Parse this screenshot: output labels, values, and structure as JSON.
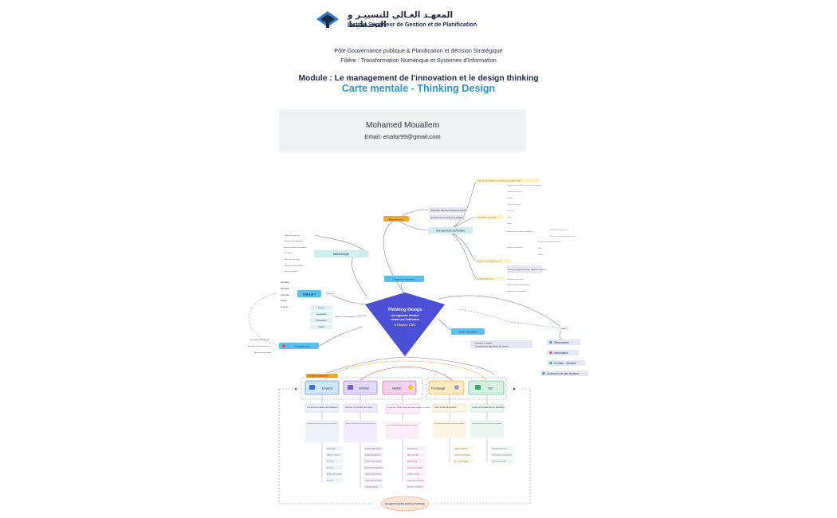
{
  "header": {
    "arabic_title": "المعهـد العـالي للتسييـر و التخـطيط",
    "institute": "Institut Supérieur de Gestion et de Planification",
    "pole": "Pôle  Gouvernance publique & Planification et décision Stratégique",
    "filiere": "Filière : Transformation Numérique et Systèmes d'Information",
    "module": "Module : Le management de l'innovation  et le design thinking",
    "carte": "Carte mentale  -  Thinking Design"
  },
  "author": {
    "name": "Mohamed Mouallem",
    "email": "Email: enafor99@gmail.com"
  },
  "colors": {
    "navy": "#1c2b4a",
    "accent_blue": "#2a95cf",
    "diamond": "#4a4fd6",
    "orange": "#f5a623",
    "teal_node": "#cfeef0",
    "blue_node": "#5bc0ef"
  },
  "map": {
    "central": {
      "title": "Thinking Design",
      "line1": "une approche itérative",
      "line2": "centrée sur l'utilisateur",
      "line3": "5 Etapes Clés"
    },
    "brainstorming": "Brainstorming",
    "brain_items": [
      "Expertises diffrentes Compétences Divers",
      "Explorer  tous les aspects du problème"
    ],
    "approche_particuliere": "Une approche particulière",
    "methodologie": "Méthodologie",
    "methodo_items": [
      "Méthode de pensée",
      "Résolution du problème",
      "Conduit d'équipes Inter-Métiers",
      "Décalage",
      "Approche par projet",
      "Résolution du problème",
      "Nouveau produit"
    ],
    "approche_humaine": "Approche humaine",
    "smart": "S.M.A.R.T",
    "smart_side": "Concept",
    "smart_items": [
      "Spécifique",
      "Mesurable",
      "Atteignable",
      "Réaliste",
      "Temporel"
    ],
    "center_list": [
      "Innover",
      "Compétition",
      "Observation",
      "Culture"
    ],
    "principes": "Principes clés",
    "principes_items": [
      "Créativité & Collaboration",
      "Empathie et Expérimentation",
      "Apprentissage itératif"
    ],
    "open_innovation": "Open Innovation",
    "open_items": [
      "Concevoir un produit",
      "Compréhension approfondie des besoins"
    ],
    "right_top": [
      "Débattre autour d'idées et concevoir un prototype viable",
      "Disponible à la créativité",
      "Faciliter une réceptivité accrue",
      "Design d'expérience",
      "Exercice · Approche design · Approche humaine",
      "Prévention de produit",
      "Transformation et Émergence",
      "Innovation incrémentale"
    ],
    "right_small": [
      "Compréhension réelle et récurrente du problème",
      "Coopération / Impact",
      "Identifier",
      "Prioriser les risques",
      "La vitesse",
      "Tester",
      "Valider",
      "Résoudre des problèmes complexes",
      "Identifier le problème réel",
      "Chercher à marquer les utilisateurs",
      "Spécifier les solutions",
      "Identifier l'intervention des idées",
      "Tester",
      "Valider"
    ],
    "impact": "Impact",
    "impact_items": [
      "Observations",
      "Informations",
      "Produits – Services",
      "Améliore la vie des Hommes"
    ],
    "stages_tag": "Les Étapes du processus",
    "stages": [
      "Empathie",
      "Définition",
      "Idéation",
      "Prototypage",
      "Test"
    ],
    "stage_desc": [
      "Comprendre le besoin des utilisateurs",
      "Analyser et synthétiser les enjeux",
      "Passer de la \"MOA\" création des idées nouvelles et créatives",
      "Tester et faire les itérations",
      "Vérifier sur les tests avec les utilisateurs"
    ],
    "stage_body": [
      "Comprendre en profondeur les besoins et défis des utilisateurs par l'observation et l'écoute active, afin de développer une connaissance empathique de leurs attentes.",
      "Une fois les informations recueillies, l'équipe définit clairement le problème à résoudre en s'appuyant sur les données recueillies pour le formuler de façon pertinente.",
      "Après avoir défini le problème, l'équipe d'idéation commence à générer un maximum d'idées créatives pour résoudre le problème posé.",
      "Après avoir défini le problème, l'équipe d'idéation commence à générer un maximum d'idées créatives pour résoudre le problème posé.",
      "Après avoir défini le problème, l'équipe d'idéation commence à générer un maximum d'idées et tester les solutions à partir du retour des utilisateurs."
    ],
    "empathie_items": [
      "Observation",
      "Définir le contexte",
      "S'informer",
      "Interviews",
      "Analyse Souhaitable",
      "Ressentir"
    ],
    "definition_items": [
      "Synthèse des données",
      "Analyse des données",
      "Synthèse des insights",
      "Formulation d'hypothèses",
      "Définition du problème",
      "Construction de l'esprit",
      "Cadrage du projet"
    ],
    "ideation_items": [
      "Brainstorming",
      "Idées nouvelles",
      "Mindmapping",
      "Trouver des solutions",
      "Solutions d'idées",
      "Convergence des idées",
      "Sélection et feedback"
    ],
    "proto_items": [
      "Définir les objectifs",
      "Concevoir le prototype",
      "Itérer la prototypage"
    ],
    "test_items": [
      "Préparation des tests",
      "Observations de participants",
      "Test en phase réelle"
    ],
    "bottom": "une approche itérative centrée sur l'utilisateur"
  }
}
